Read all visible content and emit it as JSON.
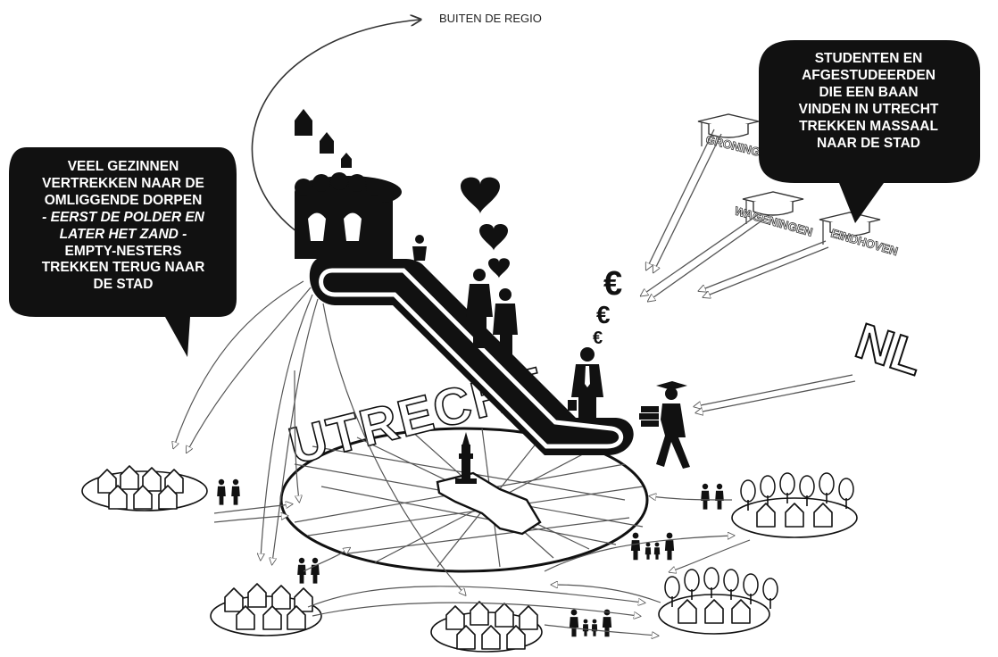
{
  "top_label": "BUITEN DE REGIO",
  "left_bubble": {
    "lines": [
      {
        "text": "VEEL GEZINNEN",
        "italic": false
      },
      {
        "text": "VERTREKKEN NAAR DE",
        "italic": false
      },
      {
        "text": "OMLIGGENDE DORPEN",
        "italic": false
      },
      {
        "text": "- EERST DE POLDER EN",
        "italic": true
      },
      {
        "text": "LATER HET ZAND -",
        "italic": true
      },
      {
        "text": "EMPTY-NESTERS",
        "italic": false
      },
      {
        "text": "TREKKEN TERUG NAAR",
        "italic": false
      },
      {
        "text": "DE STAD",
        "italic": false
      }
    ]
  },
  "right_bubble": {
    "lines": [
      "STUDENTEN EN",
      "AFGESTUDEERDEN",
      "DIE EEN BAAN",
      "VINDEN IN UTRECHT",
      "TREKKEN MASSAAL",
      "NAAR DE STAD"
    ]
  },
  "city_name": "UTRECHT",
  "cities": {
    "groningen": "GRONINGEN",
    "wageningen": "WAGENINGEN",
    "eindhoven": "EINDHOVEN"
  },
  "country": "NL",
  "currency_symbol": "€"
}
